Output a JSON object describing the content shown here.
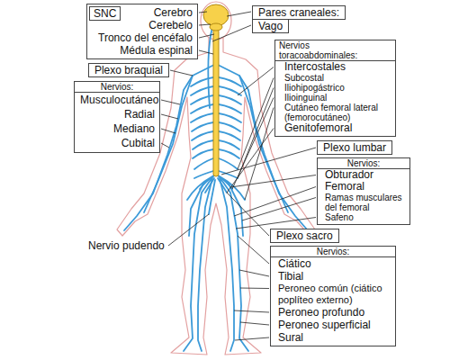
{
  "diagram": {
    "nodes": [
      {
        "text": [
          "Cerebro",
          "Cerebelo",
          "Tronco del encéfalo",
          "Médula espinal"
        ]
      },
      {
        "text": [
          "SNC"
        ],
        "in": 0
      },
      {
        "text": [
          "Pares craneales:"
        ]
      },
      {
        "text": [
          "Vago"
        ]
      },
      {
        "text": [
          "Intercostales",
          "Subcostal",
          "Iliohipogástrico",
          "Ilioinguinal",
          "Cutáneo femoral lateral (femorocutáneo)",
          "Genitofemoral"
        ]
      },
      {
        "text": [
          "Nervios toracoabdominales:"
        ],
        "in": 4
      },
      {
        "text": [
          "Plexo braquial"
        ]
      },
      {
        "text": [
          "Musculocutáneo",
          "Radial",
          "Mediano",
          "Cubital"
        ]
      },
      {
        "text": [
          "Nervios:"
        ],
        "in": 7
      },
      {
        "text": [
          "Plexo lumbar"
        ]
      },
      {
        "text": [
          "Obturador",
          "Femoral",
          "Ramas musculares del femoral",
          "Safeno"
        ]
      },
      {
        "text": [
          "Nervios:"
        ],
        "in": 10
      },
      {
        "text": [
          "Plexo sacro"
        ]
      },
      {
        "text": [
          "Ciático",
          "Tibial",
          "Peroneo común (ciático poplíteo externo)",
          "Peroneo profundo",
          "Peroneo superficial",
          "Sural"
        ]
      },
      {
        "text": [
          "Nervios:"
        ],
        "in": 13
      }
    ],
    "labels": [
      "Nervio pudendo"
    ]
  }
}
